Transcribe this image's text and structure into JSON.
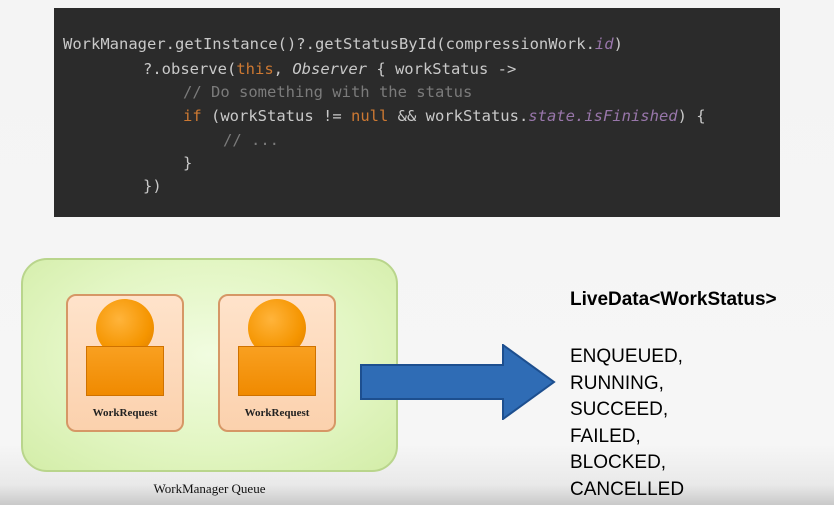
{
  "code": {
    "line1": {
      "a": "WorkManager.getInstance()?.getStatusById(compressionWork.",
      "b": "id",
      "c": ")"
    },
    "line2": {
      "a": "?.observe(",
      "b": "this",
      "c": ", ",
      "d": "Observer",
      "e": " { workStatus ->"
    },
    "line3": "// Do something with the status",
    "line4": {
      "a": "if",
      "b": " (workStatus != ",
      "c": "null",
      "d": " && workStatus.",
      "e": "state",
      "f": ".",
      "g": "isFinished",
      "h": ") {"
    },
    "line5": "// ...",
    "line6": "}",
    "line7": "})"
  },
  "diagram": {
    "work_cards": [
      {
        "label": "WorkRequest"
      },
      {
        "label": "WorkRequest"
      }
    ],
    "queue_label": "WorkManager Queue",
    "livedata_title": "LiveData<WorkStatus>",
    "statuses": [
      "ENQUEUED,",
      "RUNNING,",
      "SUCCEED,",
      "FAILED,",
      "BLOCKED,",
      "CANCELLED"
    ]
  },
  "colors": {
    "code_background": "#2b2b2b",
    "code_text": "#c9c9c9",
    "keyword": "#cc7832",
    "field": "#9876aa",
    "comment": "#7b7b7b",
    "arrow_fill": "#2f6cb5",
    "queue_fill": "#e3f6c4",
    "card_fill": "#fbd1ad",
    "person_fill": "#f59500"
  }
}
